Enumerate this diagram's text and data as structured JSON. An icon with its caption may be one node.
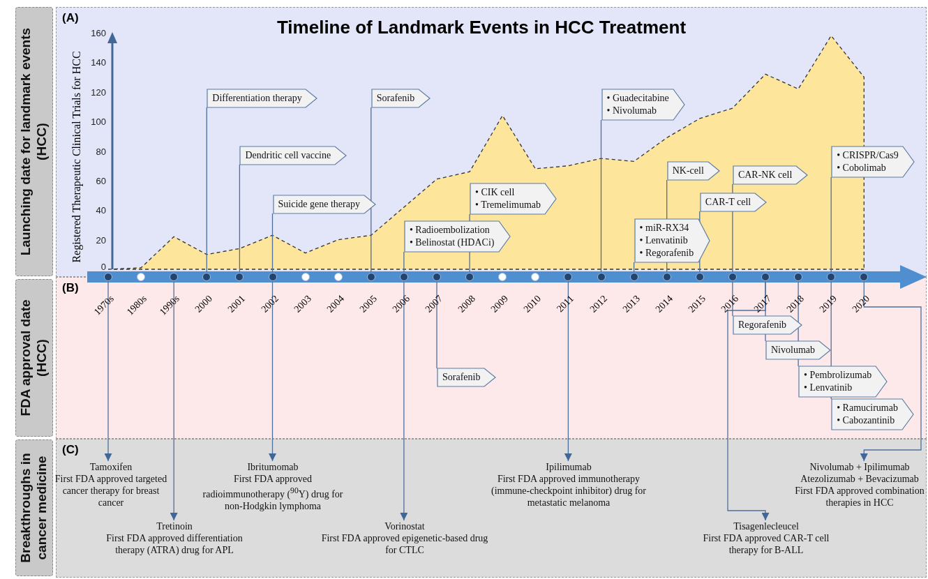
{
  "diagram": {
    "title": "Timeline of Landmark Events in HCC Treatment",
    "nodes": [
      {
        "text": [
          "Launching date for landmark events (HCC)"
        ]
      },
      {
        "text": [
          "FDA approval date (HCC)"
        ]
      },
      {
        "text": [
          "Breakthroughs in cancer medicine"
        ]
      },
      {
        "text": [
          "(A)"
        ]
      },
      {
        "text": [
          "(B)"
        ]
      },
      {
        "text": [
          "(C)"
        ]
      },
      {
        "text": [],
        "shape": "circle"
      },
      {
        "text": [],
        "shape": "circle"
      },
      {
        "text": [],
        "shape": "circle"
      },
      {
        "text": [],
        "shape": "circle"
      },
      {
        "text": [],
        "shape": "circle"
      },
      {
        "text": [],
        "shape": "circle"
      },
      {
        "text": [],
        "shape": "circle"
      },
      {
        "text": [],
        "shape": "circle"
      },
      {
        "text": [],
        "shape": "circle"
      },
      {
        "text": [],
        "shape": "circle"
      },
      {
        "text": [],
        "shape": "circle"
      },
      {
        "text": [],
        "shape": "circle"
      },
      {
        "text": [],
        "shape": "circle"
      },
      {
        "text": [],
        "shape": "circle"
      },
      {
        "text": [],
        "shape": "circle"
      },
      {
        "text": [],
        "shape": "circle"
      },
      {
        "text": [],
        "shape": "circle"
      },
      {
        "text": [],
        "shape": "circle"
      },
      {
        "text": [],
        "shape": "circle"
      },
      {
        "text": [],
        "shape": "circle"
      },
      {
        "text": [],
        "shape": "circle"
      },
      {
        "text": [],
        "shape": "circle"
      },
      {
        "text": [],
        "shape": "circle"
      },
      {
        "text": [],
        "shape": "circle"
      },
      {
        "text": [
          "Differentiation therapy"
        ],
        "in": 3
      },
      {
        "text": [
          "Dendritic cell vaccine"
        ],
        "in": 3
      },
      {
        "text": [
          "Suicide gene therapy"
        ],
        "in": 3
      },
      {
        "text": [
          "Sorafenib"
        ],
        "in": 3
      },
      {
        "text": [
          "• Radioembolization",
          "• Belinostat (HDACi)"
        ],
        "in": 3
      },
      {
        "text": [
          "• CIK cell",
          "• Tremelimumab"
        ],
        "in": 3
      },
      {
        "text": [
          "• Guadecitabine",
          "• Nivolumab"
        ],
        "in": 3
      },
      {
        "text": [
          "• miR-RX34",
          "• Lenvatinib",
          "• Regorafenib"
        ],
        "in": 3
      },
      {
        "text": [
          "NK-cell"
        ],
        "in": 3
      },
      {
        "text": [
          "CAR-T cell"
        ],
        "in": 3
      },
      {
        "text": [
          "CAR-NK cell"
        ],
        "in": 3
      },
      {
        "text": [
          "• CRISPR/Cas9",
          "• Cobolimab"
        ],
        "in": 3
      },
      {
        "text": [
          "Sorafenib"
        ],
        "in": 4
      },
      {
        "text": [
          "Regorafenib"
        ],
        "in": 4
      },
      {
        "text": [
          "Nivolumab"
        ],
        "in": 4
      },
      {
        "text": [
          "• Pembrolizumab",
          "• Lenvatinib"
        ],
        "in": 4
      },
      {
        "text": [
          "• Ramucirumab",
          "• Cabozantinib"
        ],
        "in": 4
      },
      {
        "text": [
          "Tamoxifen",
          "First FDA approved targeted cancer therapy for breast cancer"
        ],
        "in": 5
      },
      {
        "text": [
          "Ibritumomab",
          "First FDA approved radioimmunotherapy ($^{90}$Y) drug for non-Hodgkin lymphoma"
        ],
        "in": 5
      },
      {
        "text": [
          "Ipilimumab",
          "First FDA approved immunotherapy (immune-checkpoint inhibitor) drug for metastatic melanoma"
        ],
        "in": 5
      },
      {
        "text": [
          "Nivolumab + Ipilimumab",
          "Atezolizumab + Bevacizumab",
          "First FDA approved combination therapies in HCC"
        ],
        "in": 5
      },
      {
        "text": [
          "Tretinoin",
          "First FDA approved differentiation therapy (ATRA) drug for APL"
        ],
        "in": 5
      },
      {
        "text": [
          "Vorinostat",
          "First FDA approved epigenetic-based drug for CTLC"
        ],
        "in": 5
      },
      {
        "text": [
          "Tisagenlecleucel",
          "First FDA approved CAR-T cell therapy for B-ALL"
        ],
        "in": 5
      }
    ],
    "edges": [
      {
        "from": 9,
        "to": 30,
        "arrow": "none"
      },
      {
        "from": 10,
        "to": 31,
        "arrow": "none"
      },
      {
        "from": 11,
        "to": 32,
        "arrow": "none"
      },
      {
        "from": 14,
        "to": 33,
        "arrow": "none"
      },
      {
        "from": 15,
        "to": 34,
        "arrow": "none"
      },
      {
        "from": 17,
        "to": 35,
        "arrow": "none"
      },
      {
        "from": 21,
        "to": 36,
        "arrow": "none"
      },
      {
        "from": 22,
        "to": 37,
        "arrow": "none"
      },
      {
        "from": 23,
        "to": 38,
        "arrow": "none"
      },
      {
        "from": 24,
        "to": 39,
        "arrow": "none"
      },
      {
        "from": 25,
        "to": 40,
        "arrow": "none"
      },
      {
        "from": 28,
        "to": 41,
        "arrow": "none"
      },
      {
        "from": 16,
        "to": 42,
        "arrow": "none"
      },
      {
        "from": 25,
        "to": 43,
        "arrow": "none"
      },
      {
        "from": 26,
        "to": 44,
        "arrow": "none"
      },
      {
        "from": 27,
        "to": 45,
        "arrow": "none"
      },
      {
        "from": 28,
        "to": 46,
        "arrow": "none"
      },
      {
        "from": 6,
        "to": 47,
        "arrow": "to"
      },
      {
        "from": 8,
        "to": 51,
        "arrow": "to"
      },
      {
        "from": 11,
        "to": 48,
        "arrow": "to"
      },
      {
        "from": 15,
        "to": 52,
        "arrow": "to"
      },
      {
        "from": 20,
        "to": 49,
        "arrow": "to"
      },
      {
        "from": 26,
        "to": 53,
        "arrow": "to"
      },
      {
        "from": 29,
        "to": 50,
        "arrow": "to"
      }
    ],
    "chart_data": {
      "type": "area",
      "ylabel": "Registered Therapeutic Clinical Trials for HCC",
      "categories": [
        "1970s",
        "1980s",
        "1990s",
        "2000",
        "2001",
        "2002",
        "2003",
        "2004",
        "2005",
        "2006",
        "2007",
        "2008",
        "2009",
        "2010",
        "2011",
        "2012",
        "2013",
        "2014",
        "2015",
        "2016",
        "2017",
        "2018",
        "2019",
        "2020"
      ],
      "values": [
        0,
        1,
        22,
        10,
        14,
        23,
        11,
        20,
        23,
        42,
        61,
        66,
        104,
        68,
        70,
        75,
        73,
        89,
        102,
        109,
        132,
        122,
        158,
        130
      ],
      "ylim": [
        0,
        160
      ],
      "yticks": [
        0,
        20,
        40,
        60,
        80,
        100,
        120,
        140,
        160
      ]
    }
  }
}
